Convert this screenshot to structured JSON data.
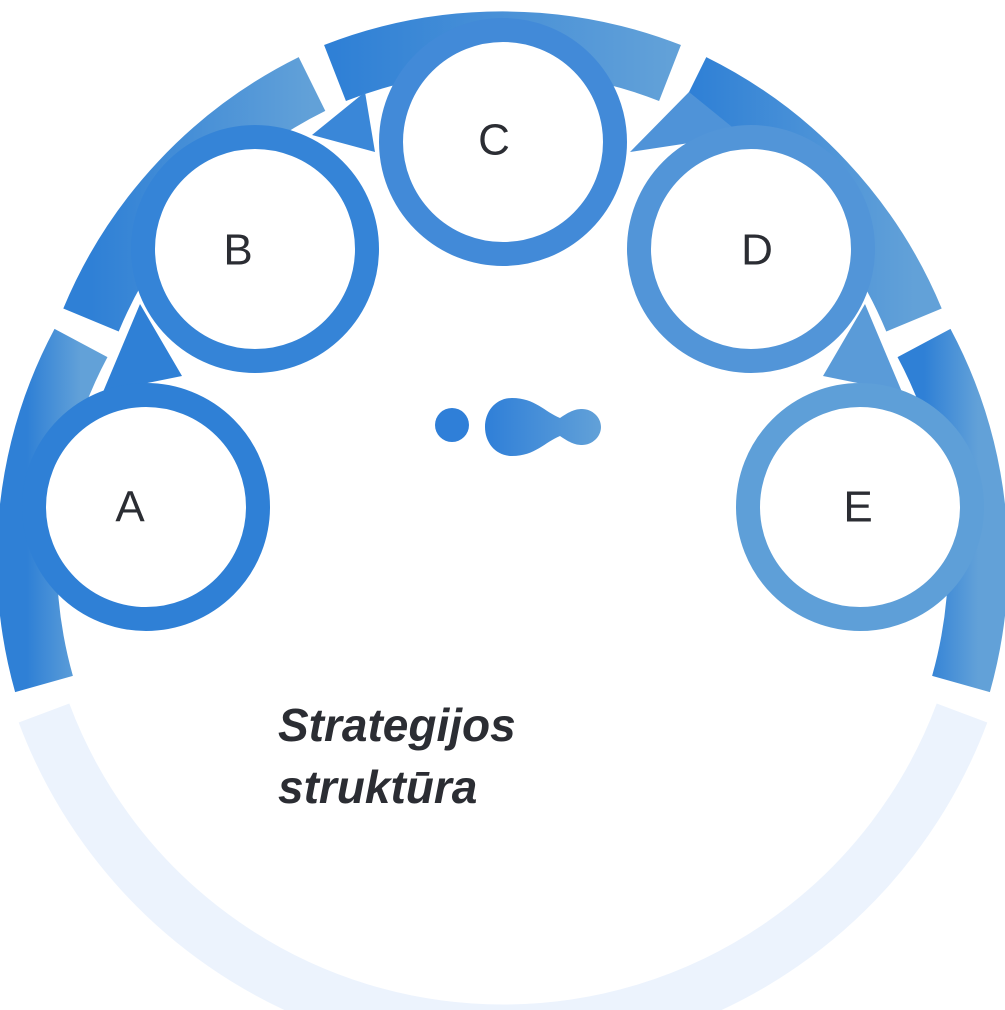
{
  "title": {
    "line1": "Strategijos",
    "line2": "struktūra"
  },
  "nodes": [
    {
      "id": "a",
      "label": "A"
    },
    {
      "id": "b",
      "label": "B"
    },
    {
      "id": "c",
      "label": "C"
    },
    {
      "id": "d",
      "label": "D"
    },
    {
      "id": "e",
      "label": "E"
    }
  ],
  "colors": {
    "ring_start": "#2f80d6",
    "ring_end": "#62a1d8",
    "ring_light": "#ecf3fd",
    "node_fill": "#ffffff",
    "text": "#2b2d33"
  },
  "icons": [
    "dots-connector-icon"
  ]
}
